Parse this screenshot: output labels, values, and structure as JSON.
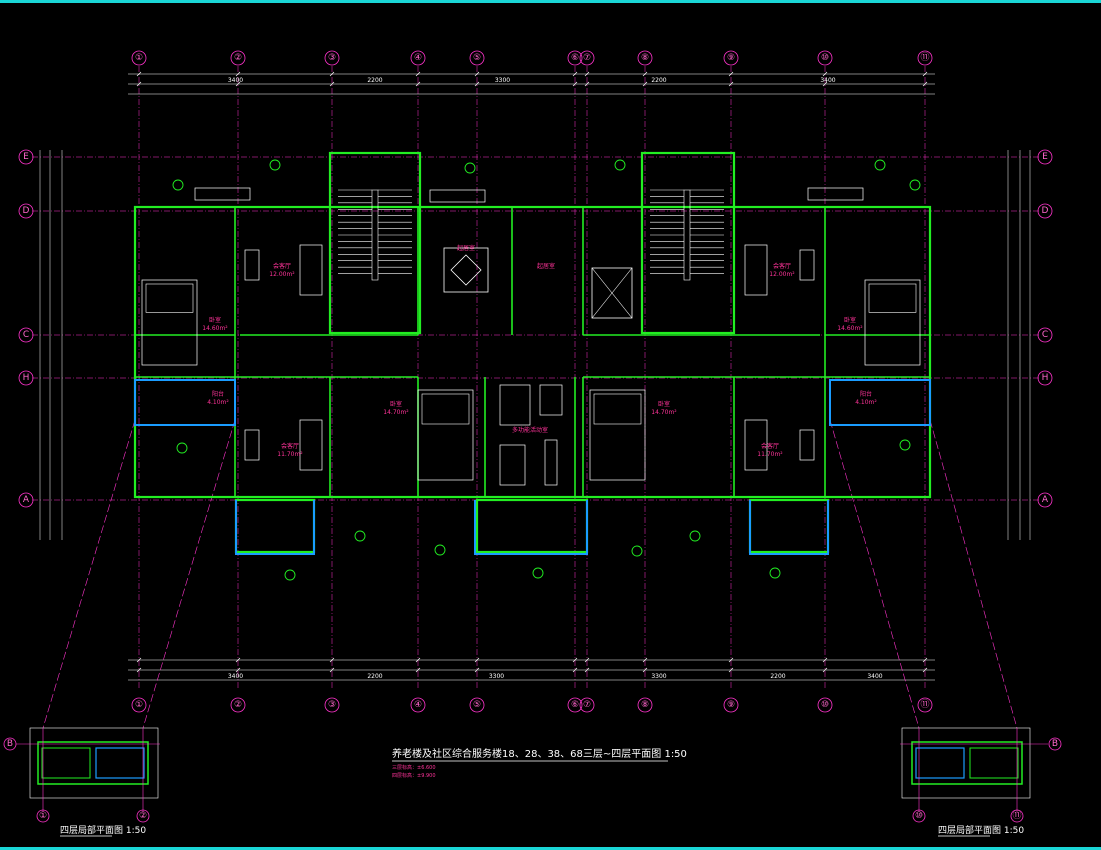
{
  "axes_top": [
    "①",
    "②",
    "③",
    "④",
    "⑤",
    "⑥",
    "⑦",
    "⑧",
    "⑨",
    "⑩",
    "⑪"
  ],
  "axes_side_left": [
    "E",
    "D",
    "C",
    "H",
    "A"
  ],
  "axes_side_right": [
    "E",
    "D",
    "C",
    "H",
    "A"
  ],
  "top_dims_overall": [
    "3400",
    "2200",
    "3300",
    "2200",
    "3400"
  ],
  "bottom_dims_overall": [
    "3400",
    "2200",
    "3300",
    "3300",
    "2200",
    "3400"
  ],
  "rooms": [
    {
      "label": "起居室",
      "area": ""
    },
    {
      "label": "起居室",
      "area": ""
    },
    {
      "label": "卧室",
      "area": "14.60m²"
    },
    {
      "label": "卧室",
      "area": "14.60m²"
    },
    {
      "label": "会客厅",
      "area": "12.00m²"
    },
    {
      "label": "会客厅",
      "area": "12.00m²"
    },
    {
      "label": "会客厅",
      "area": "11.70m²"
    },
    {
      "label": "会客厅",
      "area": "11.70m²"
    },
    {
      "label": "卧室",
      "area": "14.70m²"
    },
    {
      "label": "卧室",
      "area": "14.70m²"
    },
    {
      "label": "阳台",
      "area": "4.10m²"
    },
    {
      "label": "阳台",
      "area": "4.10m²"
    },
    {
      "label": "多功能活动室",
      "area": ""
    }
  ],
  "main_title": "养老楼及社区综合服务楼18、28、38、68三层~四层平面图  1:50",
  "note_lines": [
    "三层标高：±6.600",
    "四层标高：±9.900"
  ],
  "left_detail_title": "四层局部平面图  1:50",
  "right_detail_title": "四层局部平面图  1:50",
  "left_detail_axes": [
    "①",
    "②",
    "B"
  ],
  "right_detail_axes": [
    "⑩",
    "⑪",
    "B"
  ],
  "colors": {
    "wall": "#22ee22",
    "axis": "#ff33cc",
    "dim": "#ffffff",
    "balcony": "#1a9cff",
    "cyan": "#1ad6d6"
  }
}
